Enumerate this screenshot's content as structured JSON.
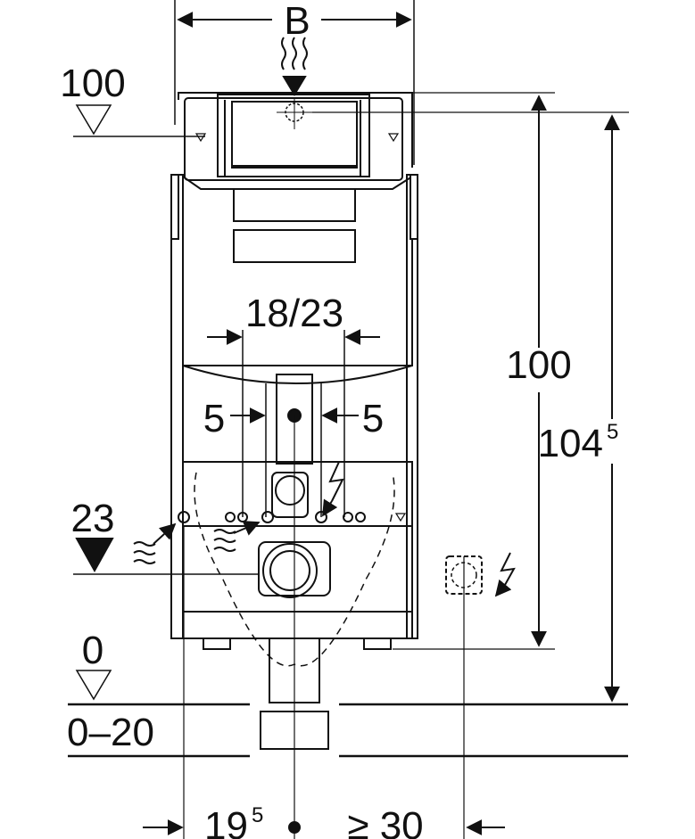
{
  "labels": {
    "width_symbol": "B",
    "level_100": "100",
    "level_23": "23",
    "level_0": "0",
    "floor_range": "0–20",
    "pipe_spacing": "18/23",
    "offset_left": "5",
    "offset_right": "5",
    "height_frame": "100",
    "height_total_main": "104",
    "height_total_sup": "5",
    "dist_side_main": "19",
    "dist_side_sup": "5",
    "min_wall": "≥ 30"
  },
  "icons": [
    "water-inlet-icon",
    "electric-bolt-icon",
    "level-triangle-icon",
    "arrow-icon"
  ],
  "colors": {
    "line": "#111111",
    "background": "#ffffff"
  }
}
